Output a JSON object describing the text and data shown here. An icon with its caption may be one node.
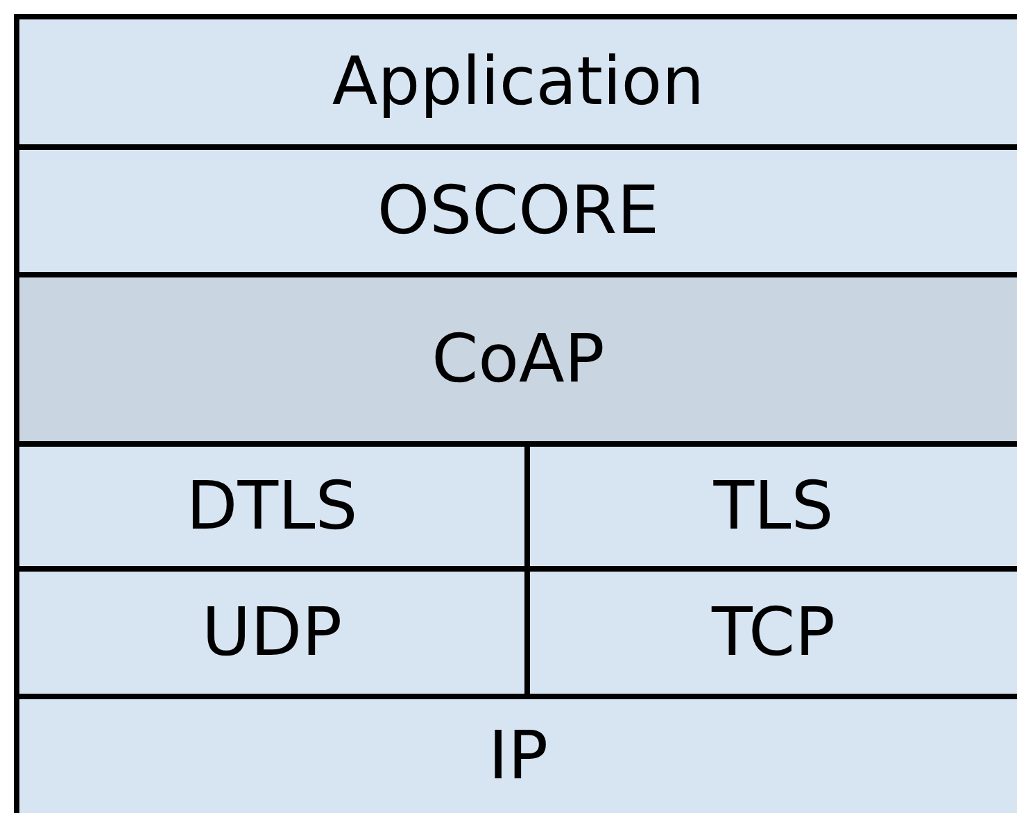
{
  "diagram": {
    "nodes": [
      {
        "text": [
          "Application"
        ]
      },
      {
        "text": [
          "OSCORE"
        ]
      },
      {
        "text": [
          "CoAP"
        ]
      },
      {
        "text": [
          "DTLS"
        ]
      },
      {
        "text": [
          "TLS"
        ]
      },
      {
        "text": [
          "UDP"
        ]
      },
      {
        "text": [
          "TCP"
        ]
      },
      {
        "text": [
          "IP"
        ]
      }
    ]
  }
}
